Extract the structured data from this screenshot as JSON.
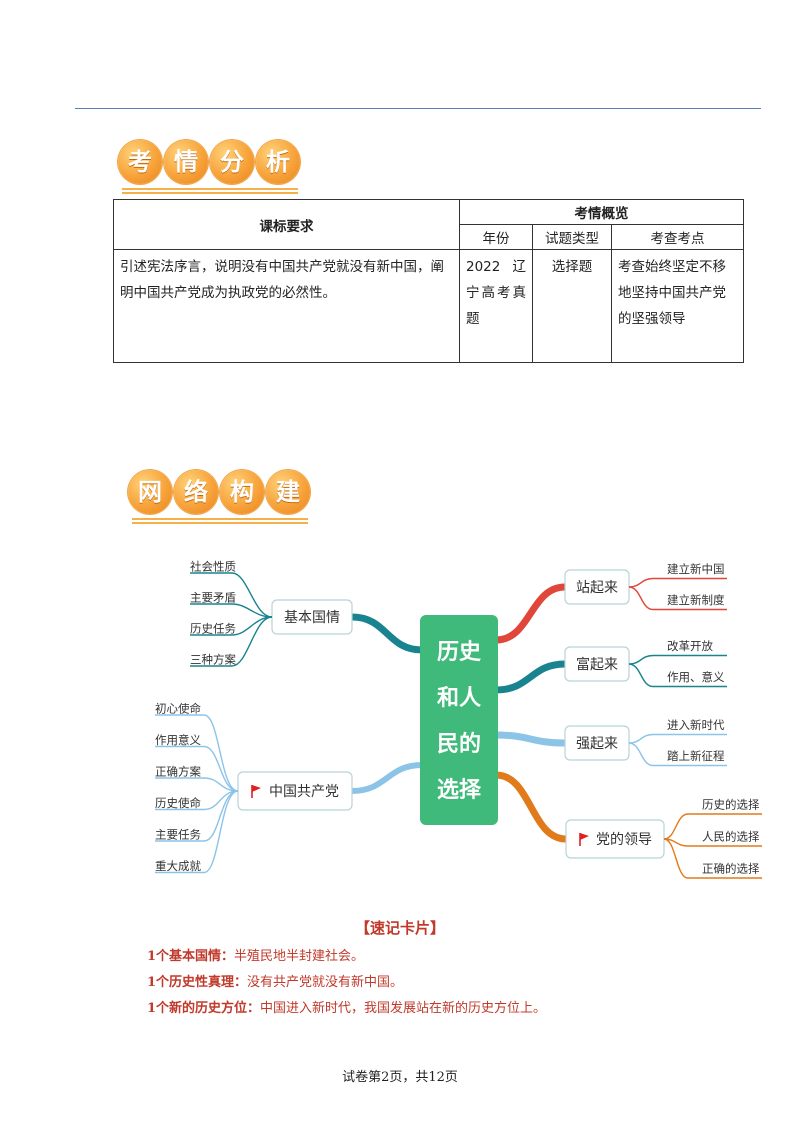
{
  "section1": {
    "chars": [
      "考",
      "情",
      "分",
      "析"
    ]
  },
  "table": {
    "col1_header": "课标要求",
    "col2_header": "考情概览",
    "sub_headers": [
      "年份",
      "试题类型",
      "考查考点"
    ],
    "requirement": "引述宪法序言，说明没有中国共产党就没有新中国，阐明中国共产党成为执政党的必然性。",
    "year": "2022 辽宁高考真题",
    "type": "选择题",
    "point": "考查始终坚定不移地坚持中国共产党的坚强领导"
  },
  "section2": {
    "chars": [
      "网",
      "络",
      "构",
      "建"
    ]
  },
  "mindmap": {
    "center": [
      "历史",
      "和人",
      "民的",
      "选择"
    ],
    "left": [
      {
        "label": "基本国情",
        "flag": false,
        "children": [
          "社会性质",
          "主要矛盾",
          "历史任务",
          "三种方案"
        ]
      },
      {
        "label": "中国共产党",
        "flag": true,
        "children": [
          "初心使命",
          "作用意义",
          "正确方案",
          "历史使命",
          "主要任务",
          "重大成就"
        ]
      }
    ],
    "right": [
      {
        "label": "站起来",
        "flag": false,
        "color": "#e0473a",
        "children": [
          "建立新中国",
          "建立新制度"
        ]
      },
      {
        "label": "富起来",
        "flag": false,
        "color": "#19838f",
        "children": [
          "改革开放",
          "作用、意义"
        ]
      },
      {
        "label": "强起来",
        "flag": false,
        "color": "#8cc4e8",
        "children": [
          "进入新时代",
          "踏上新征程"
        ]
      },
      {
        "label": "党的领导",
        "flag": true,
        "color": "#e07a1a",
        "children": [
          "历史的选择",
          "人民的选择",
          "正确的选择"
        ]
      }
    ],
    "colors": {
      "center": "#3fba7a",
      "left1": "#19838f",
      "left2": "#8cc4e8",
      "flag": "#e02020"
    }
  },
  "card": {
    "title": "【速记卡片】",
    "lines": [
      {
        "label": "1个基本国情：",
        "text": "半殖民地半封建社会。"
      },
      {
        "label": "1个历史性真理：",
        "text": "没有共产党就没有新中国。"
      },
      {
        "label": "1个新的历史方位：",
        "text": "中国进入新时代，我国发展站在新的历史方位上。"
      }
    ]
  },
  "footer": "试卷第2页，共12页"
}
